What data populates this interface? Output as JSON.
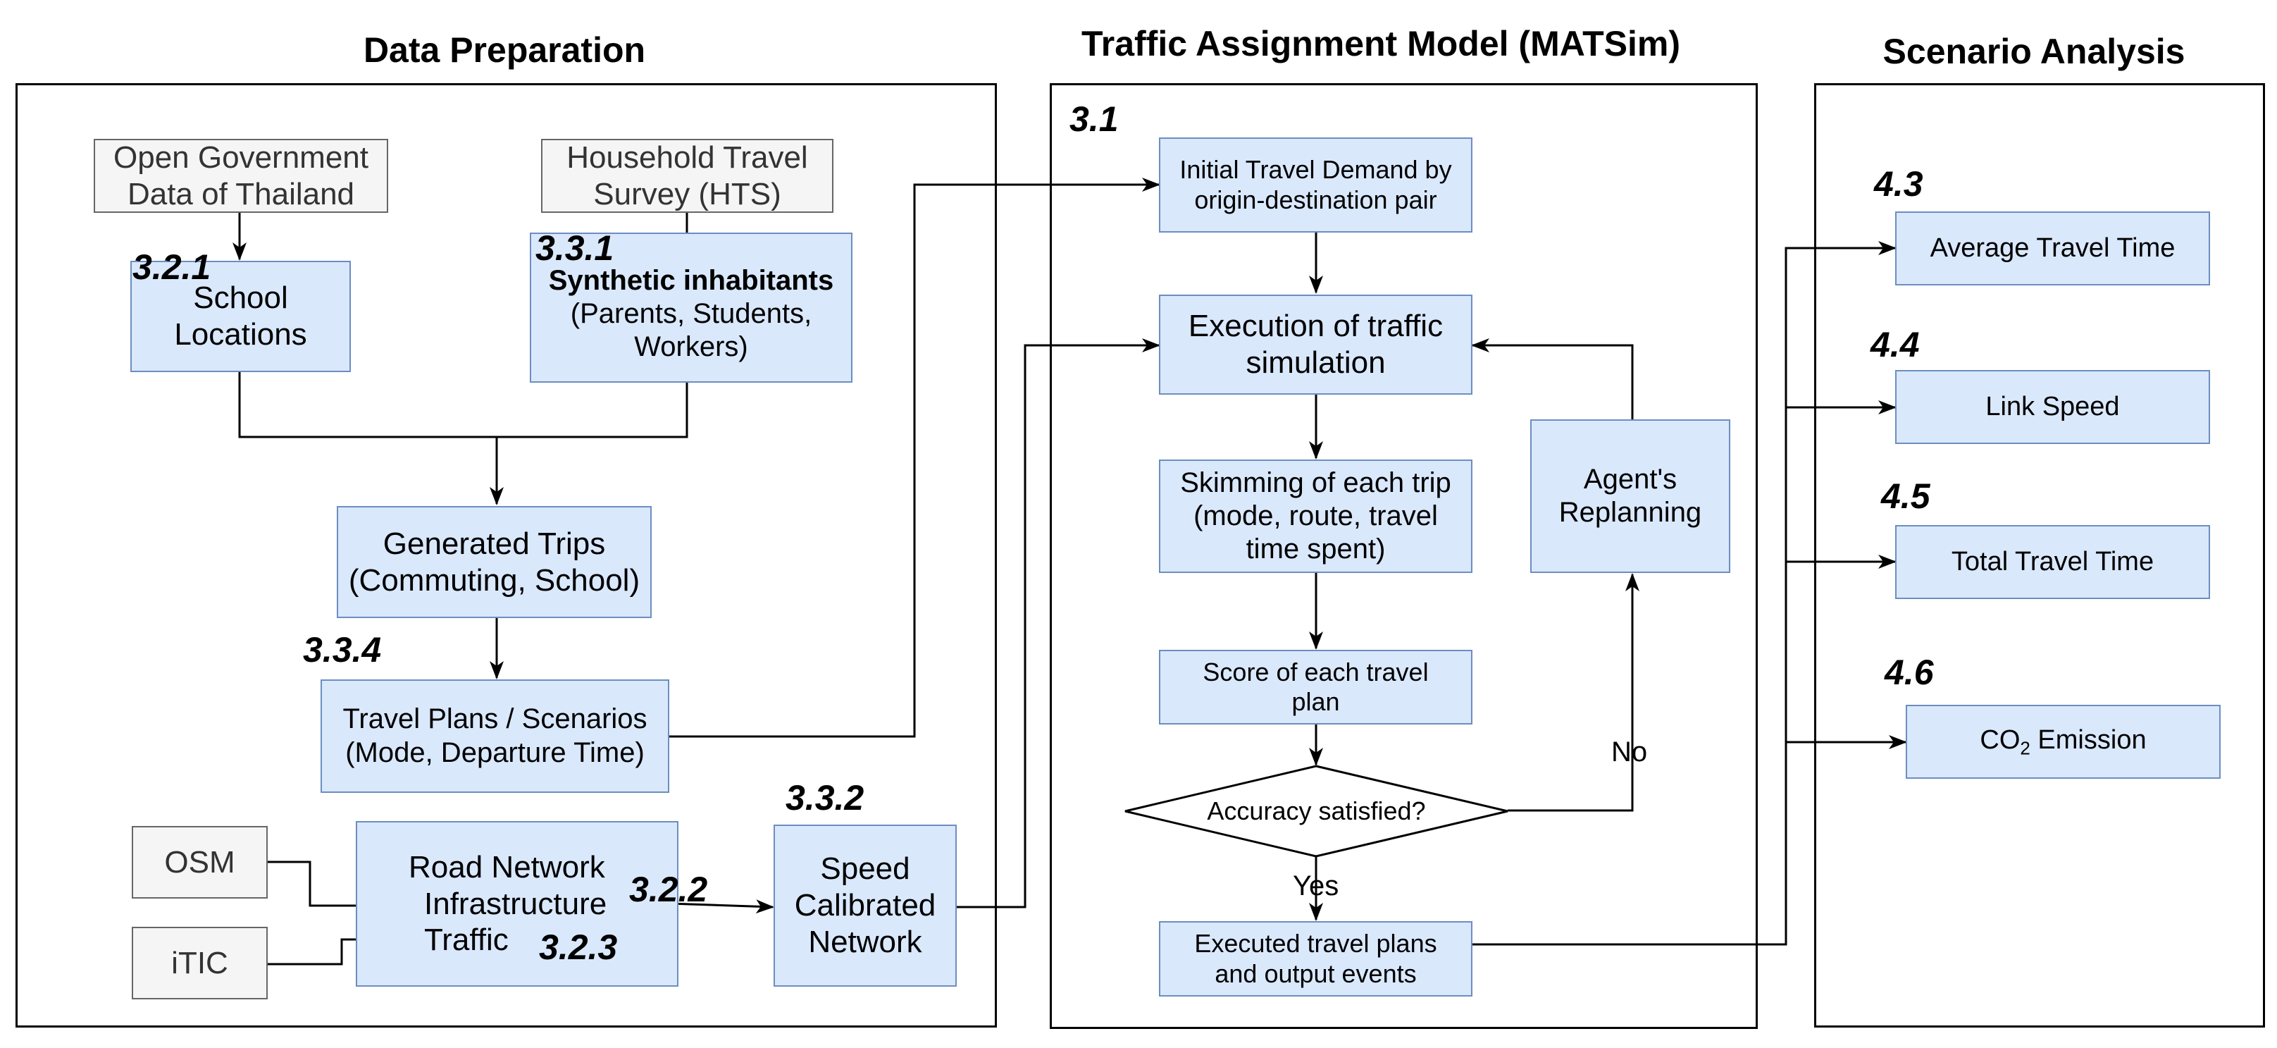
{
  "headings": {
    "data_preparation": "Data Preparation",
    "traffic_model": "Traffic Assignment Model (MATSim)",
    "scenario_analysis": "Scenario Analysis"
  },
  "nodes": {
    "open_gov": "Open Government Data of Thailand",
    "hts": "Household Travel Survey (HTS)",
    "school_locations": "School Locations",
    "synthetic_title": "Synthetic inhabitants",
    "synthetic_detail": "(Parents, Students, Workers)",
    "generated_trips": "Generated Trips (Commuting, School)",
    "travel_plans": "Travel Plans / Scenarios (Mode, Departure Time)",
    "osm": "OSM",
    "itic": "iTIC",
    "road_network_line1": "Road Network",
    "road_network_line2": "Infrastructure",
    "road_network_line3": "Traffic",
    "speed_network": "Speed Calibrated Network",
    "initial_demand": "Initial Travel Demand by origin-destination pair",
    "execution": "Execution of traffic simulation",
    "skimming": "Skimming of each trip (mode, route, travel time spent)",
    "replanning": "Agent's Replanning",
    "score": "Score of each travel plan",
    "accuracy": "Accuracy satisfied?",
    "executed": "Executed travel plans and output events",
    "avg_time": "Average Travel Time",
    "link_speed": "Link Speed",
    "total_time": "Total Travel Time",
    "co2_prefix": "CO",
    "co2_sub": "2",
    "co2_suffix": " Emission"
  },
  "edge_labels": {
    "no": "No",
    "yes": "Yes"
  },
  "section_numbers": {
    "s3_2_1": "3.2.1",
    "s3_3_1": "3.3.1",
    "s3_3_4": "3.3.4",
    "s3_3_2": "3.3.2",
    "s3_2_2": "3.2.2",
    "s3_2_3": "3.2.3",
    "s3_1": "3.1",
    "s4_3": "4.3",
    "s4_4": "4.4",
    "s4_5": "4.5",
    "s4_6": "4.6"
  },
  "colors": {
    "process_fill": "#dae8fc",
    "process_stroke": "#6c8ebf",
    "source_fill": "#f5f5f5",
    "source_stroke": "#666666",
    "line": "#000000"
  }
}
